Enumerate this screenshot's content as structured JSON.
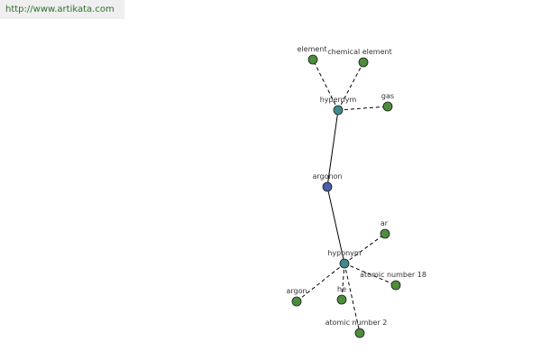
{
  "banner": {
    "url": "http://www.artikata.com"
  },
  "colors": {
    "root": "#4a5fa8",
    "relation": "#3f8b8b",
    "leaf": "#4e8c3e",
    "edge": "#000000"
  },
  "graph": {
    "nodes": [
      {
        "id": "argonon",
        "label": "argonon",
        "kind": "root"
      },
      {
        "id": "hypernym",
        "label": "hypernym",
        "kind": "relation"
      },
      {
        "id": "hyponym",
        "label": "hyponym",
        "kind": "relation"
      },
      {
        "id": "element",
        "label": "element",
        "kind": "leaf"
      },
      {
        "id": "chemical-element",
        "label": "chemical element",
        "kind": "leaf"
      },
      {
        "id": "gas",
        "label": "gas",
        "kind": "leaf"
      },
      {
        "id": "ar",
        "label": "ar",
        "kind": "leaf"
      },
      {
        "id": "atomic-number-18",
        "label": "atomic number 18",
        "kind": "leaf"
      },
      {
        "id": "he",
        "label": "he",
        "kind": "leaf"
      },
      {
        "id": "argon",
        "label": "argon",
        "kind": "leaf"
      },
      {
        "id": "atomic-number-2",
        "label": "atomic number 2",
        "kind": "leaf"
      }
    ],
    "edges": [
      {
        "from": "argonon",
        "to": "hypernym",
        "style": "solid"
      },
      {
        "from": "argonon",
        "to": "hyponym",
        "style": "solid"
      },
      {
        "from": "hypernym",
        "to": "element",
        "style": "dashed"
      },
      {
        "from": "hypernym",
        "to": "chemical-element",
        "style": "dashed"
      },
      {
        "from": "hypernym",
        "to": "gas",
        "style": "dashed"
      },
      {
        "from": "hyponym",
        "to": "ar",
        "style": "dashed"
      },
      {
        "from": "hyponym",
        "to": "atomic-number-18",
        "style": "dashed"
      },
      {
        "from": "hyponym",
        "to": "he",
        "style": "dashed"
      },
      {
        "from": "hyponym",
        "to": "argon",
        "style": "dashed"
      },
      {
        "from": "hyponym",
        "to": "atomic-number-2",
        "style": "dashed"
      }
    ]
  }
}
